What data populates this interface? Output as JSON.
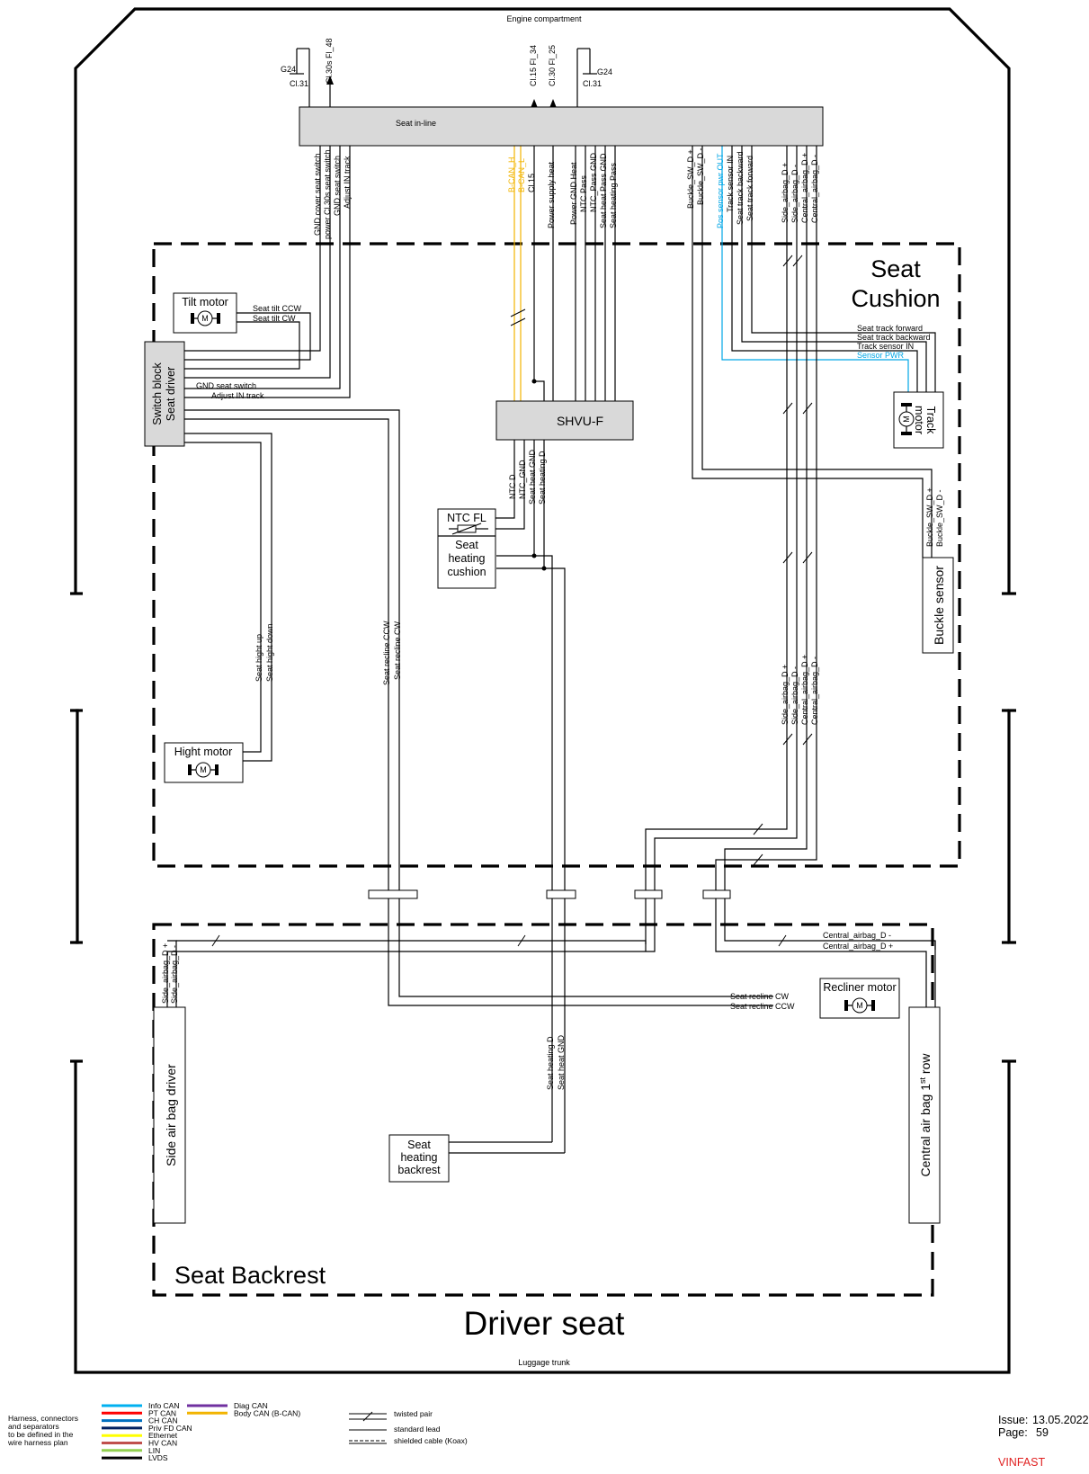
{
  "frame": {
    "top_label": "Engine compartment",
    "bottom_label": "Luggage trunk",
    "title": "Driver seat"
  },
  "areas": {
    "cushion_line1": "Seat",
    "cushion_line2": "Cushion",
    "backrest": "Seat Backrest"
  },
  "connector": {
    "label": "Seat in-line"
  },
  "supply": {
    "left_gnd_g": "G24",
    "left_gnd_cl": "Cl.31",
    "right_gnd_g": "G24",
    "right_gnd_cl": "Cl.31",
    "cl30s": "Cl.30s Fl_48",
    "cl15": "Cl.15 Fl_34",
    "cl30": "Cl.30 Fl_25"
  },
  "inline_signals": {
    "left": [
      "GND cover seat switch",
      "power Cl.30s seat switch",
      "GND seat switch",
      "Adjust IN track"
    ],
    "center_can": [
      "B-CAN_H",
      "B-CAN_L"
    ],
    "center": [
      "Cl.15",
      "Power supply heat",
      "Power GND Heat",
      "NTC Pass",
      "NTC_Pass GND",
      "Seat heat Pass GND",
      "Seat heating Pass"
    ],
    "buckle": [
      "Buckle_SW_D +",
      "Buckle_SW_D -"
    ],
    "pos_sensor": "Pos sensor pwr OUT",
    "track": [
      "Track sensor IN",
      "Seat track backward",
      "Seat track forward"
    ],
    "airbag": [
      "Side_airbag_D +",
      "Side_airbag_D -",
      "Central_airbag_D +",
      "Central_airbag_D -"
    ]
  },
  "components": {
    "tilt_motor": "Tilt motor",
    "switch_block_1": "Switch block",
    "switch_block_2": "Seat driver",
    "hight_motor": "Hight motor",
    "shvu": "SHVU-F",
    "ntc": "NTC FL",
    "heat_cushion_1": "Seat",
    "heat_cushion_2": "heating",
    "heat_cushion_3": "cushion",
    "track_motor_1": "Track",
    "track_motor_2": "motor",
    "buckle_sensor": "Buckle sensor",
    "recliner_motor": "Recliner motor",
    "side_airbag": "Side air bag driver",
    "central_airbag_pre": "Central air bag 1",
    "central_airbag_sup": "st",
    "central_airbag_post": " row",
    "heat_back_1": "Seat",
    "heat_back_2": "heating",
    "heat_back_3": "backrest",
    "motor_symbol": "M"
  },
  "wire_labels": {
    "tilt_ccw": "Seat tilt CCW",
    "tilt_cw": "Seat tilt CW",
    "gnd_switch": "GND seat switch",
    "adjust_in": "Adjust IN track",
    "track_fwd": "Seat track forward",
    "track_bwd": "Seat track backward",
    "track_in": "Track sensor IN",
    "sensor_pwr": "Sensor PWR",
    "shvu_out": [
      "NTC D",
      "NTC_GND",
      "Seat heat GND",
      "Seat heating D"
    ],
    "buckle": [
      "Buckle_SW_D +",
      "Buckle_SW_D -"
    ],
    "hight_up": "Seat hight up",
    "hight_down": "Seat hight down",
    "recline_ccw": "Seat recline CCW",
    "recline_cw": "Seat recline CW",
    "airbag_mid": [
      "Side_airbag_D +",
      "Side_airbag_D -",
      "Central_airbag_D +",
      "Central_airbag_D -"
    ],
    "central_d_minus": "Central_airbag_D -",
    "central_d_plus": "Central_airbag_D +",
    "side_back": [
      "Side_airbag_D +",
      "Side_airbag_D -"
    ],
    "recliner_cw": "Seat recline CW",
    "recliner_ccw": "Seat recline CCW",
    "back_heat": [
      "Seat heating D",
      "Seat heat GND"
    ]
  },
  "legend": {
    "note": [
      "Harness, connectors",
      "and separators",
      "to be defined in the",
      "wire harness plan"
    ],
    "items": [
      {
        "label": "Info CAN",
        "color": "#00b0f0"
      },
      {
        "label": "PT CAN",
        "color": "#ff0000"
      },
      {
        "label": "CH CAN",
        "color": "#0070c0"
      },
      {
        "label": "Priv FD CAN",
        "color": "#002060"
      },
      {
        "label": "Ethernet",
        "color": "#ffff00"
      },
      {
        "label": "HV CAN",
        "color": "#c0504d"
      },
      {
        "label": "LIN",
        "color": "#92d050"
      },
      {
        "label": "LVDS",
        "color": "#000000"
      }
    ],
    "items2": [
      {
        "label": "Diag CAN",
        "color": "#7030a0"
      },
      {
        "label": "Body CAN (B-CAN)",
        "color": "#f2b400"
      }
    ],
    "line_types": [
      "twisted pair",
      "standard lead",
      "shielded cable (Koax)"
    ]
  },
  "issue": {
    "label": "Issue:",
    "date": "13.05.2022",
    "page_label": "Page:",
    "page": "59"
  },
  "brand": {
    "name": "VINFAST",
    "color": "#e02020"
  }
}
